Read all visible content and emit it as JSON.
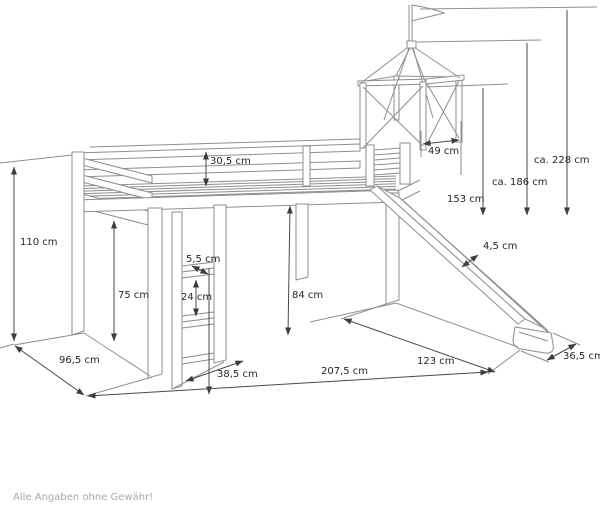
{
  "diagram": {
    "subject": "Hochbett mit Leiter, Turm und Rutsche (Bemassungszeichnung)",
    "background_color": "#ffffff",
    "structure_line_color": "#8e8e8e",
    "dimension_line_color": "#4a4a4a",
    "label_text_color": "#262626",
    "footer": {
      "text": "Alle Angaben ohne Gewähr!",
      "color": "#a8a8a8"
    },
    "dimensions": {
      "bed_height": {
        "label": "110 cm",
        "value_cm": 110
      },
      "rail_height": {
        "label": "30,5 cm",
        "value_cm": 30.5
      },
      "clearance_left": {
        "label": "75 cm",
        "value_cm": 75
      },
      "rung_thickness": {
        "label": "5,5 cm",
        "value_cm": 5.5
      },
      "rung_spacing": {
        "label": "24 cm",
        "value_cm": 24
      },
      "clearance_right": {
        "label": "84 cm",
        "value_cm": 84
      },
      "bed_depth": {
        "label": "96,5 cm",
        "value_cm": 96.5
      },
      "ladder_width": {
        "label": "38,5 cm",
        "value_cm": 38.5
      },
      "total_length": {
        "label": "207,5 cm",
        "value_cm": 207.5
      },
      "slide_floor_span": {
        "label": "123 cm",
        "value_cm": 123
      },
      "slide_width": {
        "label": "36,5 cm",
        "value_cm": 36.5
      },
      "slide_rail": {
        "label": "4,5 cm",
        "value_cm": 4.5
      },
      "tower_depth": {
        "label": "49 cm",
        "value_cm": 49
      },
      "platform_height": {
        "label": "153 cm",
        "value_cm": 153
      },
      "tower_height": {
        "label": "ca. 186 cm",
        "value_cm": 186
      },
      "flag_top_height": {
        "label": "ca. 228 cm",
        "value_cm": 228
      }
    }
  }
}
